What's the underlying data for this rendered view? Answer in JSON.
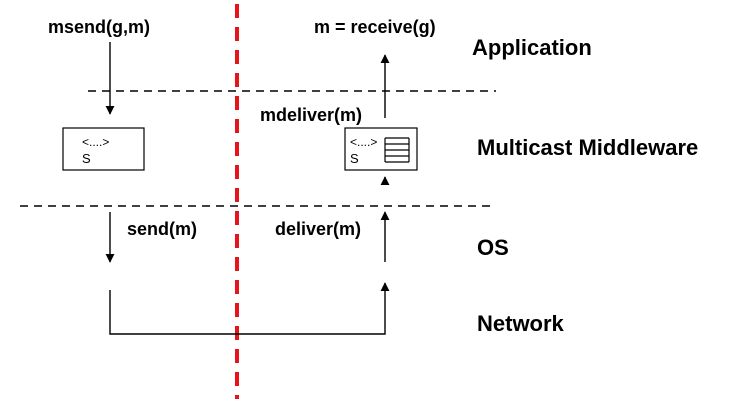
{
  "calls": {
    "msend": "msend(g,m)",
    "receive": "m = receive(g)",
    "mdeliver": "mdeliver(m)",
    "send": "send(m)",
    "deliver": "deliver(m)"
  },
  "layers": {
    "application": "Application",
    "middleware": "Multicast Middleware",
    "os": "OS",
    "network": "Network"
  },
  "sender_box": {
    "seq": "<....>",
    "state": "S"
  },
  "receiver_box": {
    "seq": "<....>",
    "state": "S"
  },
  "colors": {
    "separator": "#e8141c",
    "ink": "#000000"
  }
}
